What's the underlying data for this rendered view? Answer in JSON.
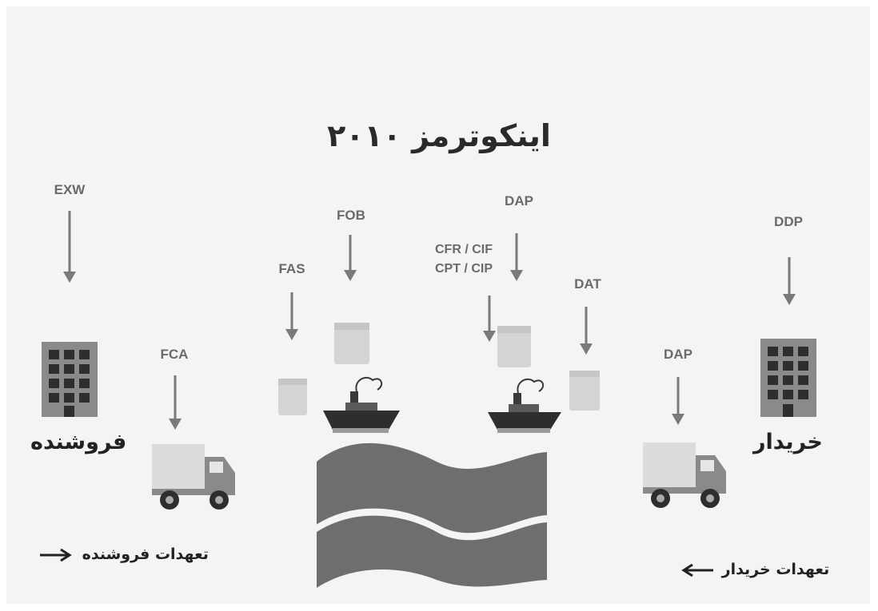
{
  "title": "اینکوترمز ۲۰۱۰",
  "labels": {
    "exw": "EXW",
    "fca": "FCA",
    "fas": "FAS",
    "fob": "FOB",
    "dap_top": "DAP",
    "cfr_cif": "CFR / CIF",
    "cpt_cip": "CPT / CIP",
    "dat": "DAT",
    "dap_truck": "DAP",
    "ddp": "DDP"
  },
  "parties": {
    "seller": "فروشنده",
    "buyer": "خریدار"
  },
  "obligations": {
    "seller": "تعهدات فروشنده",
    "buyer": "تعهدات خریدار"
  },
  "icons": {
    "building": "building-icon",
    "truck": "truck-icon",
    "ship": "ship-icon",
    "cargo": "cargo-box-icon",
    "sea": "sea-waves-icon",
    "arrow": "down-arrow-icon"
  },
  "colors": {
    "arrow": "#7a7a7a",
    "building": "#8a8a8a",
    "truck_cab": "#8a8a8a",
    "truck_box": "#dcdcdc",
    "ship": "#3a3a3a",
    "sea": "#6e6e6e",
    "cargo": "#d4d4d4"
  }
}
